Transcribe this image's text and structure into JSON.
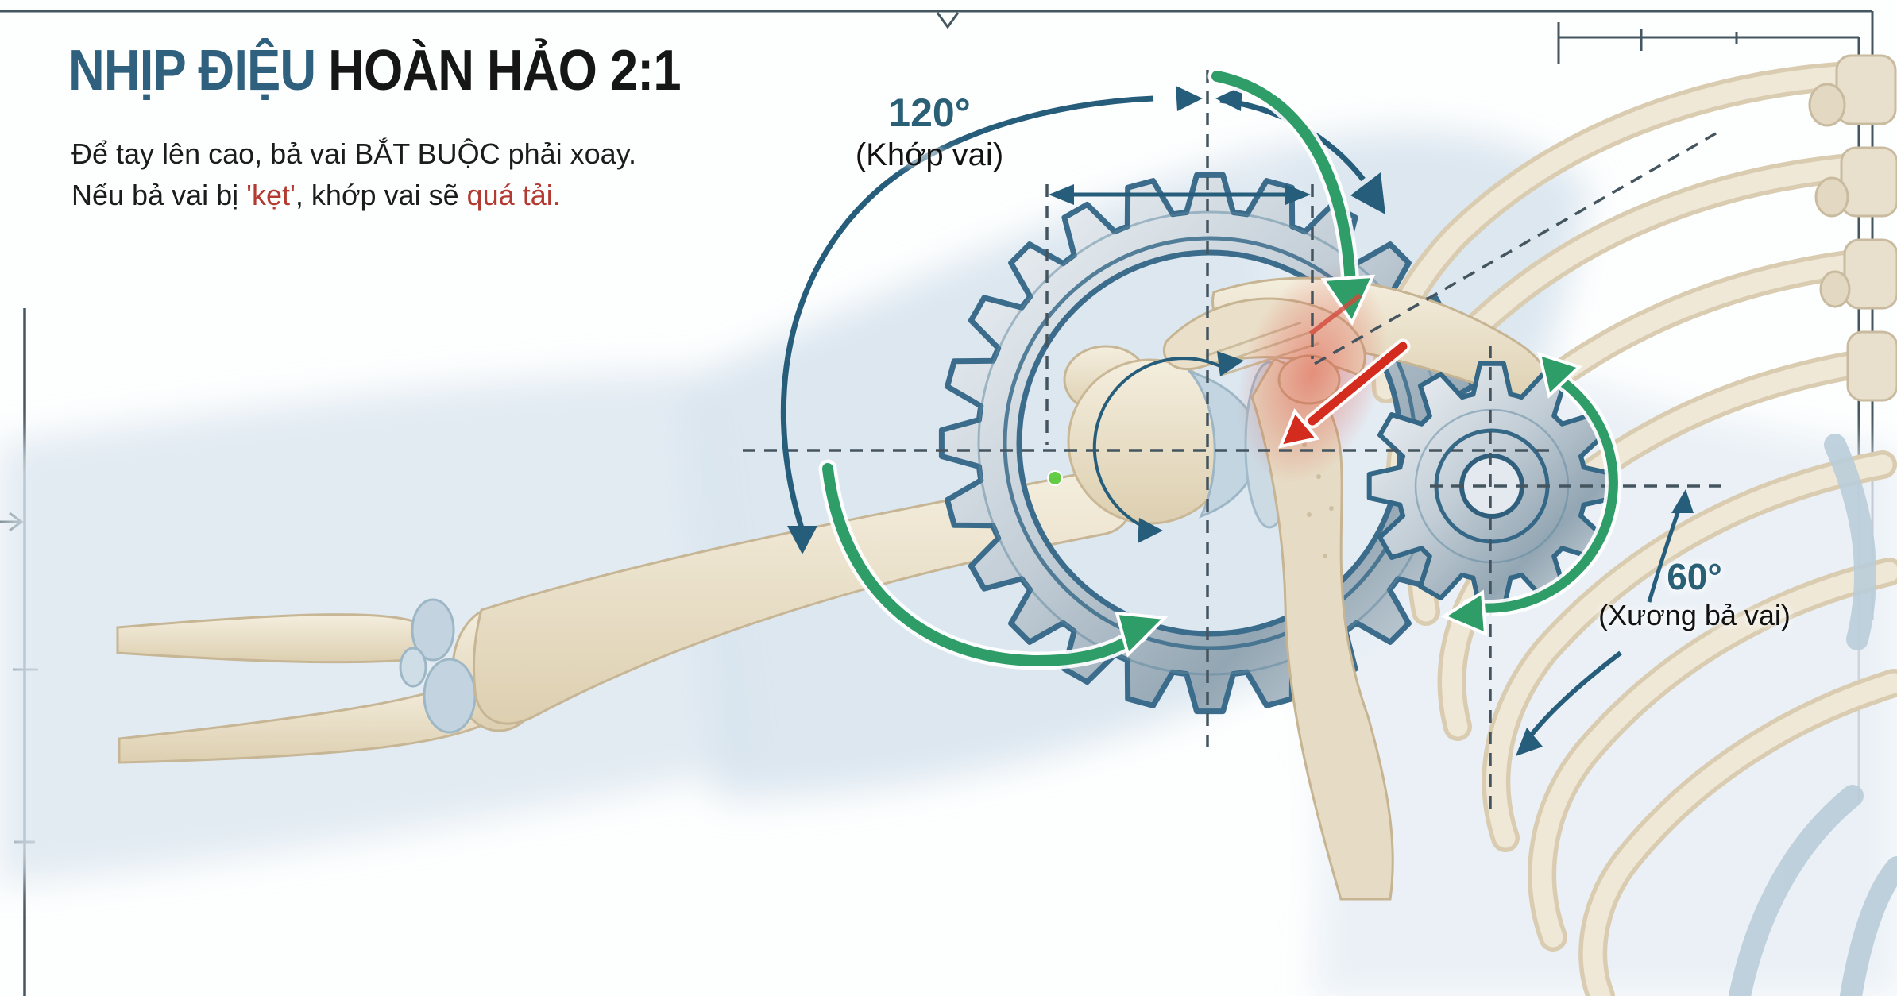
{
  "palette": {
    "title_blue": "#2f617e",
    "text_dark": "#1c1c1c",
    "alert_red": "#b23a31",
    "annotation_teal": "#255d7b",
    "dash_gray": "#44555f",
    "arrow_green": "#2f9d68",
    "arrow_red": "#d32b1d",
    "gear_outline": "#3b6c8b",
    "bone": "#e9dfc9",
    "cartilage": "#c3d4e0"
  },
  "header": {
    "title_accent": "NHỊP ĐIỆU",
    "title_rest": "HOÀN HẢO 2:1",
    "subtitle_line1": "Để tay lên cao, bả vai BẮT BUỘC phải xoay.",
    "subtitle_line2_part1": "Nếu bả vai bị ",
    "subtitle_line2_red1": "'kẹt'",
    "subtitle_line2_part2": ", khớp vai sẽ ",
    "subtitle_line2_red2": "quá tải."
  },
  "annotations": {
    "shoulder_joint": {
      "angle": "120°",
      "label": "(Khớp vai)"
    },
    "scapula": {
      "angle": "60°",
      "label": "(Xương bả vai)"
    }
  }
}
